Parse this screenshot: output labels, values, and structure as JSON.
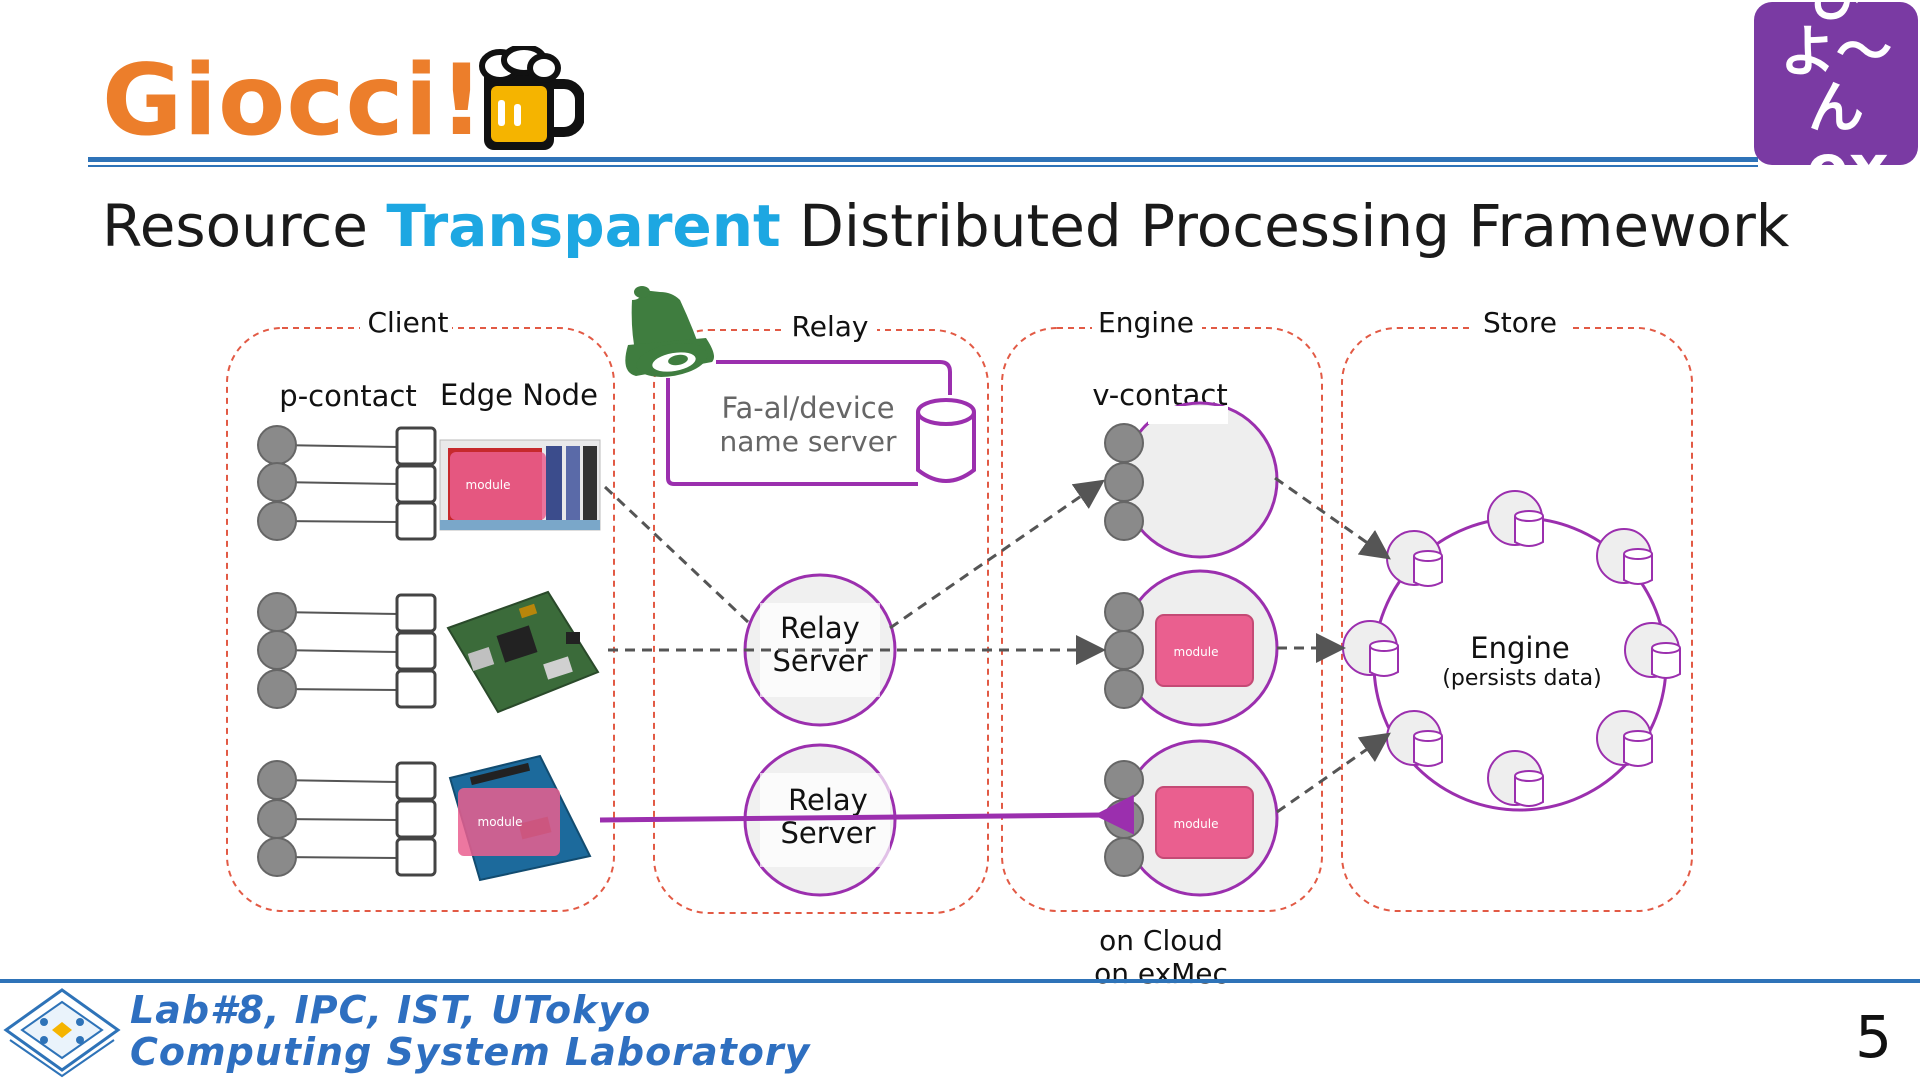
{
  "slide": {
    "title": "Giocci!!",
    "subtitle_pre": "Resource ",
    "subtitle_highlight": "Transparent",
    "subtitle_post": " Distributed Processing Framework",
    "badge_line1": "びよ〜ん",
    "badge_line2": ".ex",
    "footer_line1": "Lab#8, IPC, IST, UTokyo",
    "footer_line2": "Computing System Laboratory",
    "page_number": "5"
  },
  "diagram": {
    "client": {
      "label": "Client",
      "p_contact": "p-contact",
      "edge_node": "Edge Node",
      "module": "module"
    },
    "relay": {
      "label": "Relay",
      "name_server_line1": "Fa-al/device",
      "name_server_line2": "name server",
      "relay_server_line1": "Relay",
      "relay_server_line2": "Server"
    },
    "engine": {
      "label": "Engine",
      "v_contact": "v-contact",
      "module": "module",
      "on_cloud": "on Cloud",
      "on_exmec": "on exMec"
    },
    "store": {
      "label": "Store",
      "engine_line1": "Engine",
      "engine_line2": "(persists data)"
    },
    "colors": {
      "dashed_frame": "#e25a45",
      "purple": "#9b2fae",
      "module_pink": "#ea5f8f",
      "node_gray": "#8a8a8a"
    },
    "icons": [
      "bell-icon",
      "beer-mug-icon",
      "database-icon",
      "circuit-board-icon"
    ]
  }
}
